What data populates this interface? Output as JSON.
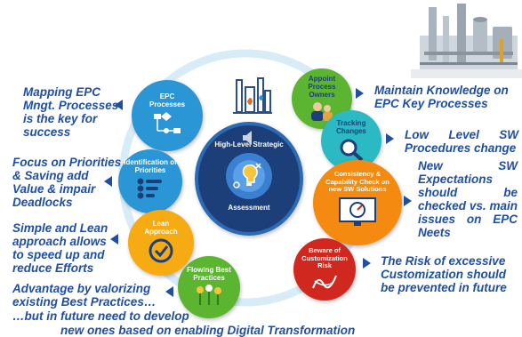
{
  "colors": {
    "text_blue": "#1f4fa0",
    "circle_blue": "#2a96d6",
    "center_navy": "#1c3f7a",
    "green": "#5cb531",
    "teal": "#2bb9c3",
    "orange": "#f48b10",
    "amber": "#f7ab12",
    "red": "#d0281e"
  },
  "center": {
    "title": "High-Level Strategic",
    "subtitle": "Assessment",
    "icon": "lightbulb-strategy-icon"
  },
  "circles": {
    "epc": "EPC Processes",
    "identification": "Identification of Priorities",
    "lean": "Lean Approach",
    "flowing": "Flowing Best Practices",
    "appoint": "Appoint Process Owners",
    "tracking": "Tracking Changes",
    "consistency": "Consistency & Capability Check on new SW Solutions",
    "beware": "Beware of Customization Risk"
  },
  "left_text": {
    "mapping": "Mapping EPC Mngt. Processes is the key for success",
    "focus": "Focus on Priorities & Saving add Value & impair Deadlocks",
    "simple": "Simple and Lean approach allows to speed up and reduce Efforts",
    "advantage_1": "Advantage by valorizing existing Best Practices…",
    "advantage_2": "…but in future need to develop",
    "advantage_3": "new ones based on enabling Digital Transformation"
  },
  "right_text": {
    "maintain": "Maintain Knowledge on EPC Key Processes",
    "low_level": "Low Level SW Procedures change",
    "new_sw": "New SW Expectations should be checked vs. main issues on EPC Neets",
    "risk": "The Risk of excessive Customization should be prevented in future"
  }
}
